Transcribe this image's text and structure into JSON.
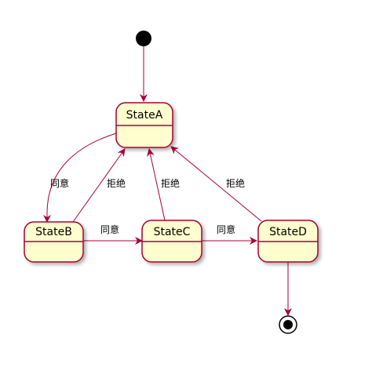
{
  "diagram": {
    "colors": {
      "state_fill": "#FEFECE",
      "state_border": "#A80036",
      "arrow": "#A80036",
      "node_fill": "#000000"
    },
    "states": {
      "a": {
        "name": "StateA"
      },
      "b": {
        "name": "StateB"
      },
      "c": {
        "name": "StateC"
      },
      "d": {
        "name": "StateD"
      }
    },
    "transitions": [
      {
        "from": "StateA",
        "to": "StateB",
        "label": "同意"
      },
      {
        "from": "StateB",
        "to": "StateA",
        "label": "拒绝"
      },
      {
        "from": "StateB",
        "to": "StateC",
        "label": "同意"
      },
      {
        "from": "StateC",
        "to": "StateA",
        "label": "拒绝"
      },
      {
        "from": "StateC",
        "to": "StateD",
        "label": "同意"
      },
      {
        "from": "StateD",
        "to": "StateA",
        "label": "拒绝"
      }
    ]
  }
}
